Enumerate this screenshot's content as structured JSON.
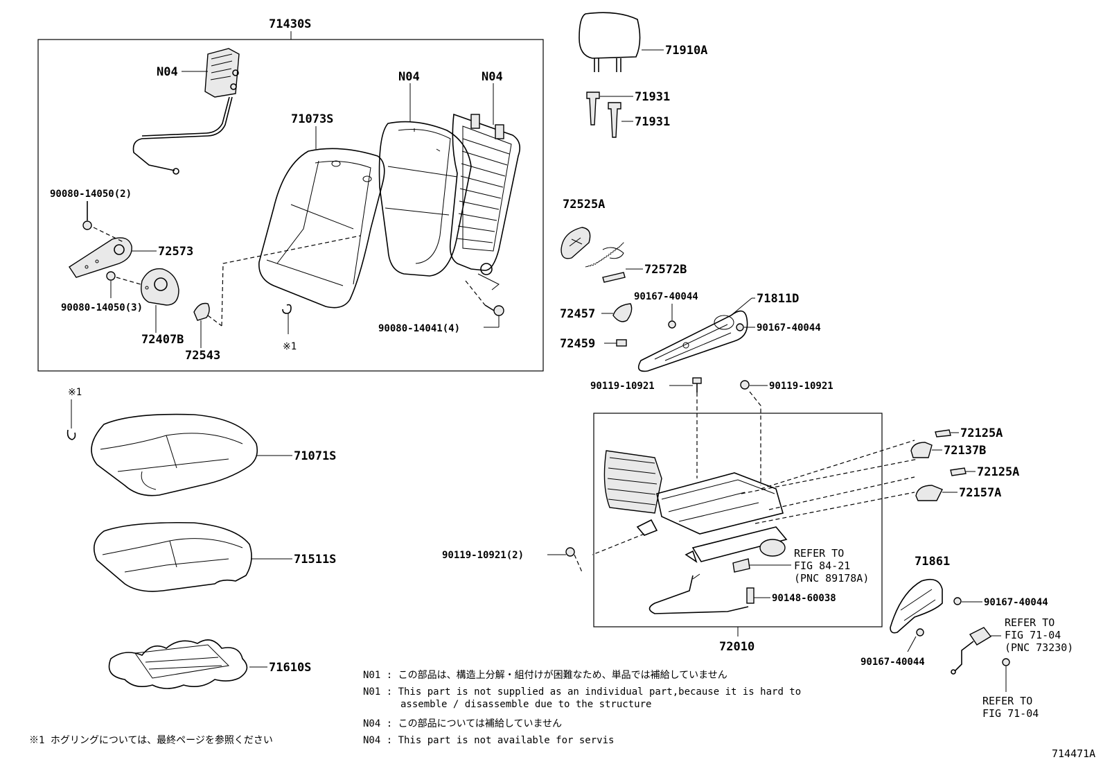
{
  "labels": {
    "p71430S": "71430S",
    "n04a": "N04",
    "n04b": "N04",
    "n04c": "N04",
    "p71073S": "71073S",
    "bolt_2": "90080-14050(2)",
    "p72573": "72573",
    "bolt_3": "90080-14050(3)",
    "p72407B": "72407B",
    "p72543": "72543",
    "bolt_4": "90080-14041(4)",
    "ring_a": "※1",
    "ring_b": "※1",
    "p71910A": "71910A",
    "p71931a": "71931",
    "p71931b": "71931",
    "p72525A": "72525A",
    "p72572B": "72572B",
    "p72457": "72457",
    "p72459": "72459",
    "screw_a": "90167-40044",
    "p71811D": "71811D",
    "screw_b": "90167-40044",
    "bolt_5": "90119-10921",
    "bolt_6": "90119-10921",
    "p72125A_a": "72125A",
    "p72137B": "72137B",
    "p72125A_b": "72125A",
    "p72157A": "72157A",
    "bolt_7": "90119-10921(2)",
    "p90148": "90148-60038",
    "p72010": "72010",
    "p71071S": "71071S",
    "p71511S": "71511S",
    "p71610S": "71610S",
    "p71861": "71861",
    "screw_c": "90167-40044",
    "screw_d": "90167-40044"
  },
  "references": {
    "ref1": [
      "REFER TO",
      "FIG 84-21",
      "(PNC 89178A)"
    ],
    "ref2": [
      "REFER TO",
      "FIG 71-04",
      "(PNC 73230)"
    ],
    "ref3": [
      "REFER TO",
      "FIG 71-04"
    ]
  },
  "notes": {
    "n01_jp": "N01 : この部品は、構造上分解・組付けが困難なため、単品では補給していません",
    "n01_en1": "N01 : This part is not supplied as an individual part,because it is hard to",
    "n01_en2": "assemble / disassemble due to the structure",
    "n04_jp": "N04 : この部品については補給していません",
    "n04_en": "N04 : This part is not available for servis",
    "hog_ring": "※1 ホグリングについては、最終ページを参照ください"
  },
  "figure_id": "714471A"
}
